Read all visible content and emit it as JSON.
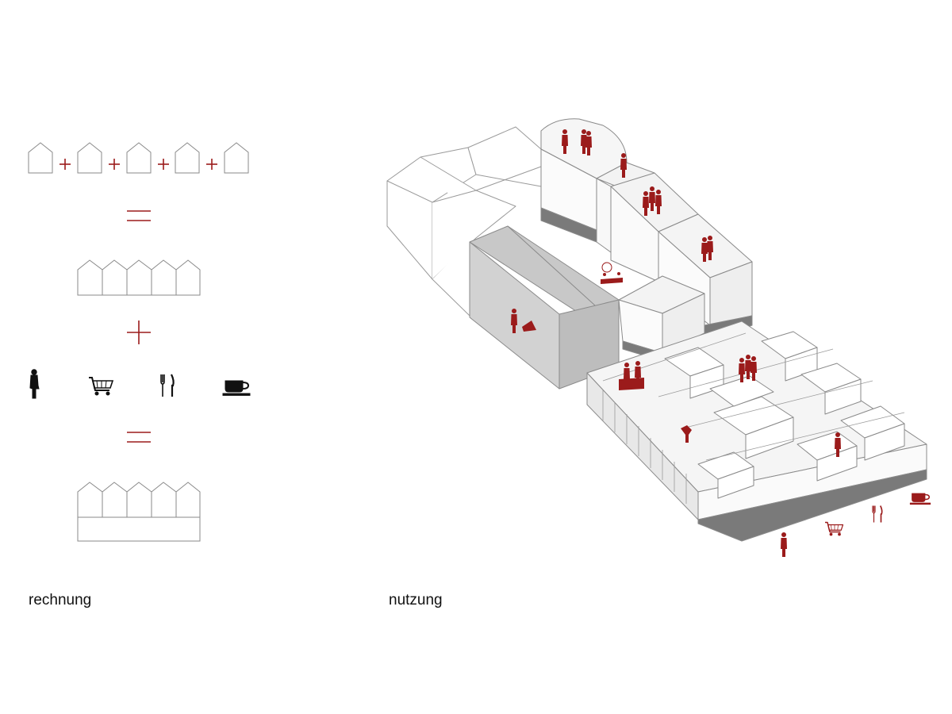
{
  "captions": {
    "left": "rechnung",
    "right": "nutzung"
  },
  "colors": {
    "accent": "#9b1b1b",
    "line": "#8a8a8a",
    "roof_light": "#f3f3f3",
    "wall_light": "#fafafa",
    "grey_roof": "#c8c8c8",
    "grey_wall": "#d4d4d4",
    "base_dark": "#7a7a7a",
    "icon_black": "#111111"
  },
  "equation": {
    "row1_houses": 5,
    "row2_houses": 5,
    "row3_houses": 5,
    "icons": [
      "person-icon",
      "shopping-cart-icon",
      "fork-knife-icon",
      "coffee-cup-icon"
    ]
  },
  "axonometric": {
    "figures": [
      "person-figure",
      "couple-figure",
      "group-figure",
      "pram-figure",
      "seated-figure",
      "table-figure",
      "tree-figure"
    ],
    "usage_icons": [
      "person-icon",
      "shopping-cart-icon",
      "fork-knife-icon",
      "coffee-cup-icon"
    ]
  }
}
